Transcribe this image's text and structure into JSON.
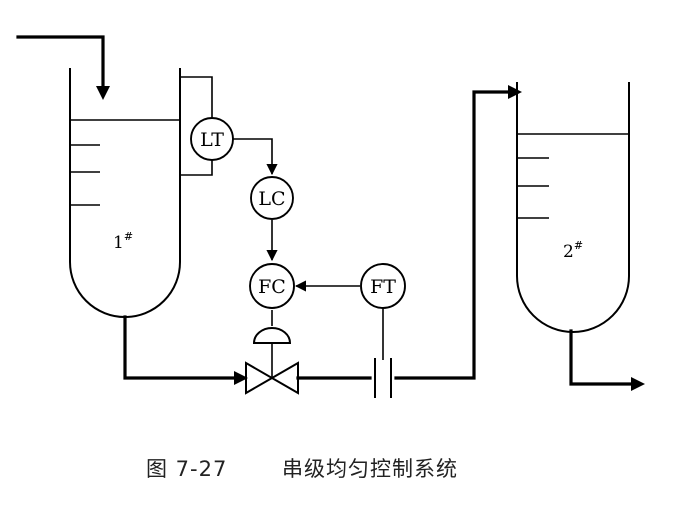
{
  "instruments": {
    "lt": "LT",
    "lc": "LC",
    "fc": "FC",
    "ft": "FT"
  },
  "tanks": {
    "tank1": {
      "number": "1",
      "mark": "#"
    },
    "tank2": {
      "number": "2",
      "mark": "#"
    }
  },
  "caption": {
    "figure_number": "图 7-27",
    "title": "串级均匀控制系统"
  },
  "colors": {
    "line": "#000000",
    "background": "#ffffff"
  }
}
